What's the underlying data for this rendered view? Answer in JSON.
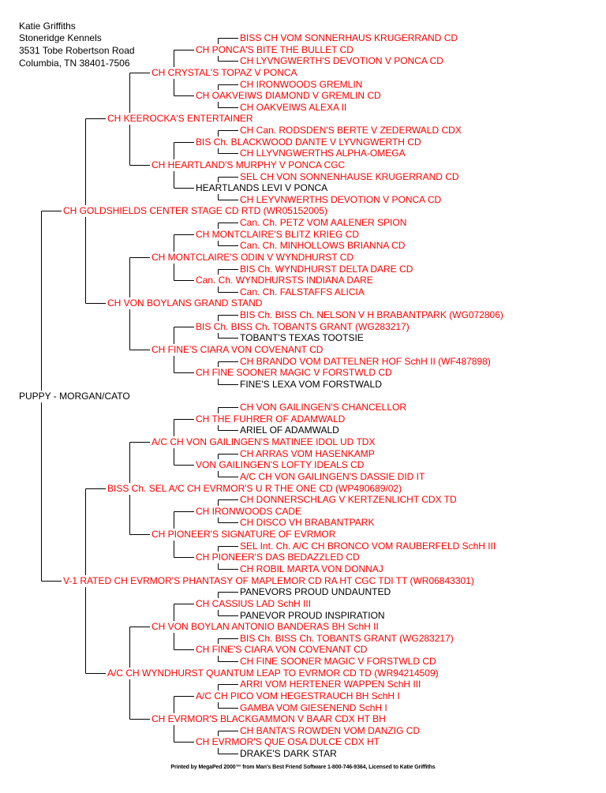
{
  "owner": {
    "name": "Katie Griffiths",
    "kennel": "Stoneridge Kennels",
    "address": "3531 Tobe Robertson Road",
    "city": "Columbia, TN 38401-7506"
  },
  "colors": {
    "titled": "#ff0000",
    "untitled": "#000000",
    "lines": "#000000"
  },
  "pedigree": {
    "gen0": [
      {
        "name": "PUPPY - MORGAN/CATO",
        "color": "#000000"
      }
    ],
    "gen1": [
      {
        "name": "CH GOLDSHIELDS CENTER STAGE CD RTD (WR05152005)",
        "color": "#ff0000"
      },
      {
        "name": "V-1 RATED CH EVRMOR'S PHANTASY OF MAPLEMOR CD RA HT CGC TDI TT (WR06843301)",
        "color": "#ff0000"
      }
    ],
    "gen2": [
      {
        "name": "CH KEEROCKA'S ENTERTAINER",
        "color": "#ff0000"
      },
      {
        "name": "CH VON BOYLANS GRAND STAND",
        "color": "#ff0000"
      },
      {
        "name": "BISS Ch. SEL A/C CH EVRMOR'S U R THE ONE CD (WP490689/02)",
        "color": "#ff0000"
      },
      {
        "name": "A/C CH WYNDHURST QUANTUM LEAP TO EVRMOR CD TD (WR94214509)",
        "color": "#ff0000"
      }
    ],
    "gen3": [
      {
        "name": "CH CRYSTAL'S TOPAZ V PONCA",
        "color": "#ff0000"
      },
      {
        "name": "CH HEARTLAND'S MURPHY V PONCA CGC",
        "color": "#ff0000"
      },
      {
        "name": "CH MONTCLAIRE'S ODIN V WYNDHURST CD",
        "color": "#ff0000"
      },
      {
        "name": "CH FINE'S CIARA VON COVENANT CD",
        "color": "#ff0000"
      },
      {
        "name": "A/C CH VON GAILINGEN'S MATINEE IDOL UD TDX",
        "color": "#ff0000"
      },
      {
        "name": "CH PIONEER'S SIGNATURE OF EVRMOR",
        "color": "#ff0000"
      },
      {
        "name": "CH VON BOYLAN ANTONIO BANDERAS BH SchH II",
        "color": "#ff0000"
      },
      {
        "name": "CH EVRMOR'S BLACKGAMMON V BAAR CDX HT BH",
        "color": "#ff0000"
      }
    ],
    "gen4": [
      {
        "name": "CH PONCA'S BITE THE BULLET CD",
        "color": "#ff0000"
      },
      {
        "name": "CH OAKVEIWS DIAMOND V GREMLIN CD",
        "color": "#ff0000"
      },
      {
        "name": "BIS Ch. BLACKWOOD DANTE V LYVNGWERTH CD",
        "color": "#ff0000"
      },
      {
        "name": "HEARTLANDS LEVI V PONCA",
        "color": "#000000"
      },
      {
        "name": "CH MONTCLAIRE'S BLITZ KRIEG CD",
        "color": "#ff0000"
      },
      {
        "name": "Can. Ch. WYNDHURSTS INDIANA DARE",
        "color": "#ff0000"
      },
      {
        "name": "BIS Ch. BISS Ch. TOBANTS GRANT (WG283217)",
        "color": "#ff0000"
      },
      {
        "name": "CH FINE SOONER MAGIC V FORSTWLD CD",
        "color": "#ff0000"
      },
      {
        "name": "CH THE FUHRER OF ADAMWALD",
        "color": "#ff0000"
      },
      {
        "name": "VON GAILINGEN'S LOFTY IDEALS CD",
        "color": "#ff0000"
      },
      {
        "name": "CH IRONWOODS CADE",
        "color": "#ff0000"
      },
      {
        "name": "CH PIONEER'S DAS BEDAZZLED CD",
        "color": "#ff0000"
      },
      {
        "name": "CH CASSIUS LAD SchH III",
        "color": "#ff0000"
      },
      {
        "name": "CH FINE'S CIARA VON COVENANT CD",
        "color": "#ff0000"
      },
      {
        "name": "A/C CH PICO VOM HEGESTRAUCH BH SchH I",
        "color": "#ff0000"
      },
      {
        "name": "CH EVRMOR'S QUE OSA DULCE CDX HT",
        "color": "#ff0000"
      }
    ],
    "gen5": [
      {
        "name": "BISS CH VOM SONNERHAUS KRUGERRAND CD",
        "color": "#ff0000"
      },
      {
        "name": "CH LYVNGWERTH'S DEVOTION V PONCA CD",
        "color": "#ff0000"
      },
      {
        "name": "CH IRONWOODS GREMLIN",
        "color": "#ff0000"
      },
      {
        "name": "CH OAKVEIWS ALEXA II",
        "color": "#ff0000"
      },
      {
        "name": "CH Can. RODSDEN'S BERTE V ZEDERWALD CDX",
        "color": "#ff0000"
      },
      {
        "name": "CH LLYVNGWERTHS ALPHA-OMEGA",
        "color": "#ff0000"
      },
      {
        "name": "SEL CH VON SONNENHAUSE KRUGERRAND CD",
        "color": "#ff0000"
      },
      {
        "name": "CH LEYVNWERTHS DEVOTION V PONCA CD",
        "color": "#ff0000"
      },
      {
        "name": "Can. Ch. PETZ VOM AALENER SPION",
        "color": "#ff0000"
      },
      {
        "name": "Can. Ch. MINHOLLOWS BRIANNA CD",
        "color": "#ff0000"
      },
      {
        "name": "BIS Ch. WYNDHURST DELTA DARE CD",
        "color": "#ff0000"
      },
      {
        "name": "Can. Ch. FALSTAFFS ALICIA",
        "color": "#ff0000"
      },
      {
        "name": "BIS Ch. BISS Ch. NELSON V H BRABANTPARK (WG072806)",
        "color": "#ff0000"
      },
      {
        "name": "TOBANT'S TEXAS TOOTSIE",
        "color": "#000000"
      },
      {
        "name": "CH BRANDO VOM DATTELNER HOF SchH II (WF487898)",
        "color": "#ff0000"
      },
      {
        "name": "FINE'S LEXA VOM FORSTWALD",
        "color": "#000000"
      },
      {
        "name": "CH VON GAILINGEN'S CHANCELLOR",
        "color": "#ff0000"
      },
      {
        "name": "ARIEL OF ADAMWALD",
        "color": "#000000"
      },
      {
        "name": "CH ARRAS VOM HASENKAMP",
        "color": "#ff0000"
      },
      {
        "name": "A/C CH VON GAILINGEN'S DASSIE DID IT",
        "color": "#ff0000"
      },
      {
        "name": "CH DONNERSCHLAG V KERTZENLICHT CDX TD",
        "color": "#ff0000"
      },
      {
        "name": "CH DISCO VH BRABANTPARK",
        "color": "#ff0000"
      },
      {
        "name": "SEL Int. Ch. A/C CH BRONCO VOM RAUBERFELD SchH III",
        "color": "#ff0000"
      },
      {
        "name": "CH ROBIL MARTA VON DONNAJ",
        "color": "#ff0000"
      },
      {
        "name": "PANEVORS PROUD UNDAUNTED",
        "color": "#000000"
      },
      {
        "name": "PANEVOR PROUD INSPIRATION",
        "color": "#000000"
      },
      {
        "name": "BIS Ch. BISS Ch. TOBANTS GRANT (WG283217)",
        "color": "#ff0000"
      },
      {
        "name": "CH FINE SOONER MAGIC V FORSTWLD CD",
        "color": "#ff0000"
      },
      {
        "name": "ARRI VOM HERTENER WAPPEN SchH III",
        "color": "#ff0000"
      },
      {
        "name": "GAMBA VOM GIESENEND SchH I",
        "color": "#ff0000"
      },
      {
        "name": "CH BANTA'S ROWDEN VOM DANZIG CD",
        "color": "#ff0000"
      },
      {
        "name": "DRAKE'S DARK STAR",
        "color": "#000000"
      }
    ]
  },
  "footer": "Printed by MegaPed 2000™ from Man's Best Friend Software 1-800-746-9364, Licensed to Katie Griffiths"
}
